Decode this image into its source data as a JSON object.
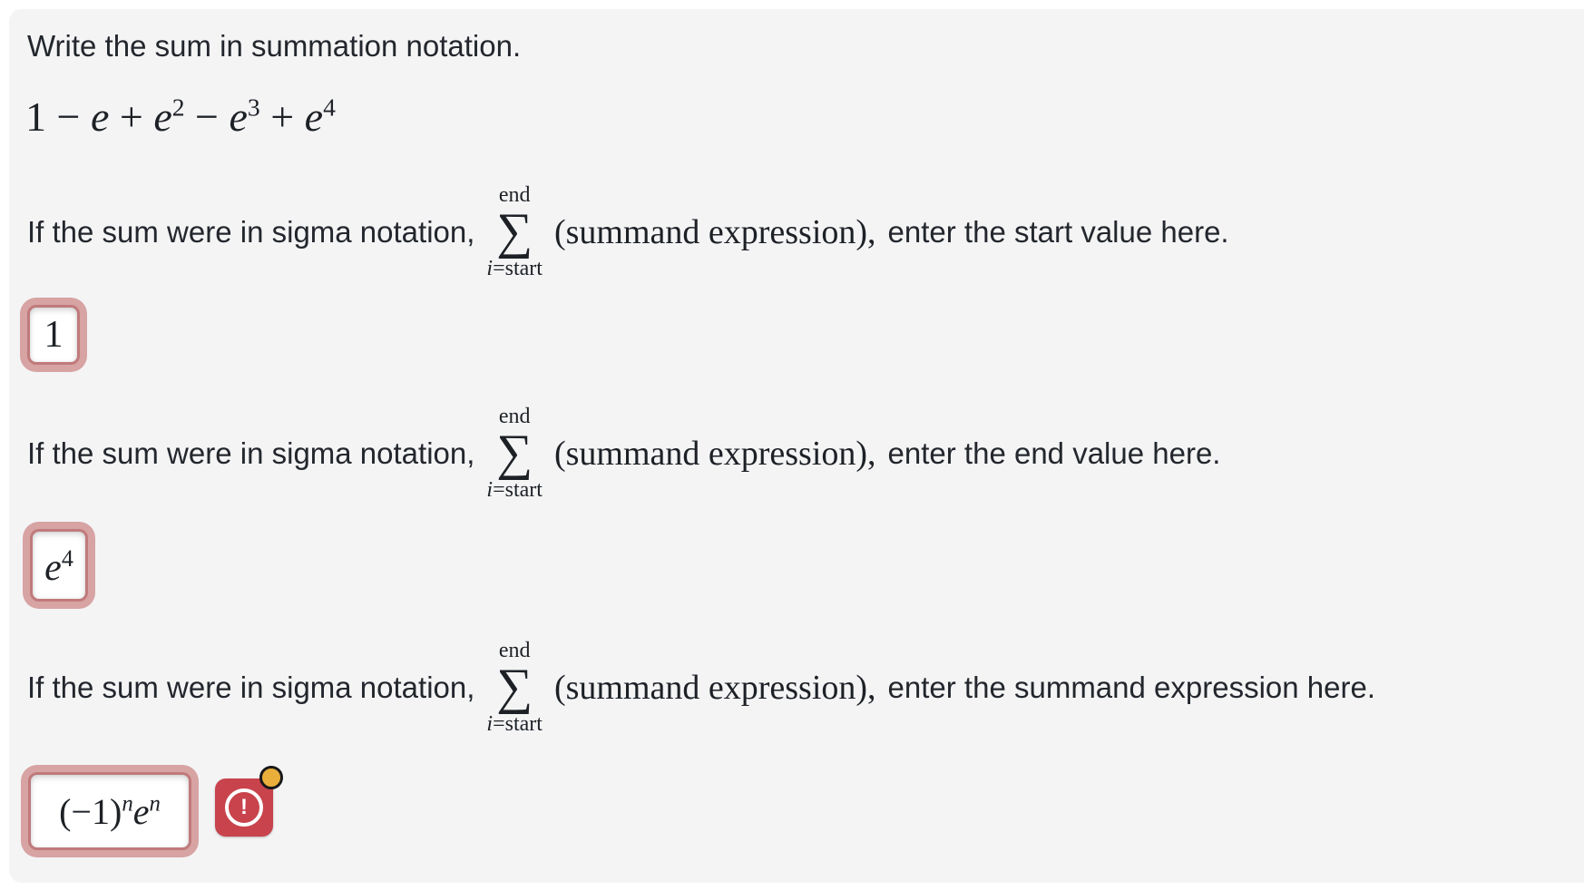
{
  "page": {
    "heading": "Write the sum in summation notation."
  },
  "expression": {
    "t1": "1 − ",
    "v1": "e",
    "t2": " + ",
    "v2": "e",
    "s2": "2",
    "t3": " − ",
    "v3": "e",
    "s3": "3",
    "t4": " + ",
    "v4": "e",
    "s4": "4"
  },
  "sigma": {
    "top": "end",
    "symbol": "∑",
    "bottom_var": "i",
    "bottom_rest": "=start"
  },
  "prompts": [
    {
      "before": "If the sum were in sigma notation,",
      "mid": "(summand expression),",
      "after": "enter the start value here."
    },
    {
      "before": "If the sum were in sigma notation,",
      "mid": "(summand expression),",
      "after": "enter the end value here."
    },
    {
      "before": "If the sum were in sigma notation,",
      "mid": "(summand expression),",
      "after": "enter the summand expression here."
    }
  ],
  "answers": {
    "start": {
      "value": "1"
    },
    "end": {
      "base": "e",
      "exponent": "4"
    },
    "summand": {
      "prefix": "(−1)",
      "exp1": "n",
      "base": "e",
      "exp2": "n"
    }
  },
  "warning": {
    "icon": "exclamation-circle-icon",
    "glyph": "!",
    "button_color": "#c8434c",
    "badge_color": "#eaaf3a"
  },
  "colors": {
    "page_bg": "#ffffff",
    "card_bg": "#f4f4f5",
    "text": "#23272d",
    "focus_ring": "#d7a3a3",
    "focus_border": "#c07a7c"
  }
}
